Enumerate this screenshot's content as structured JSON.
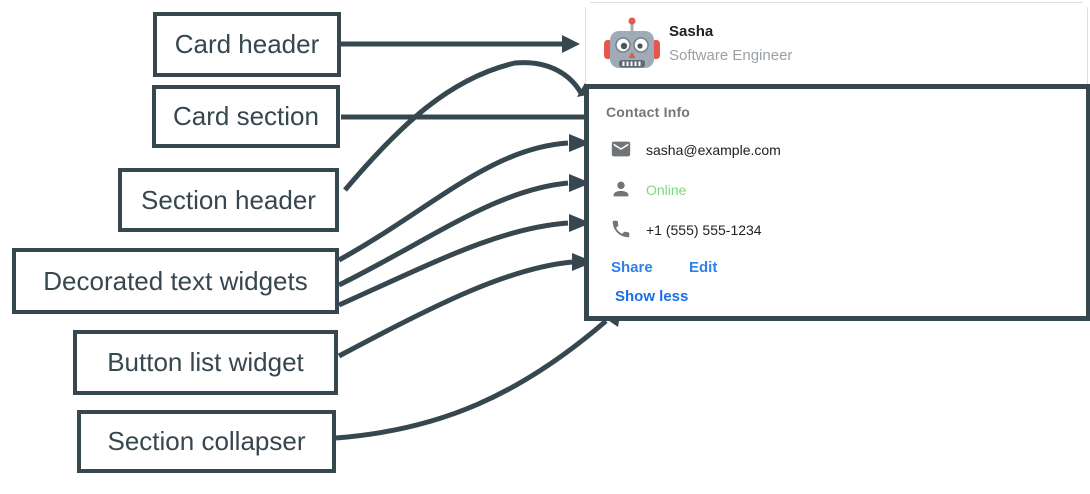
{
  "colors": {
    "annotation_dark": "#37474F",
    "link_blue": "#2F80ED",
    "show_less_blue": "#1A6FE8",
    "online_green": "#7CD87C",
    "muted_gray": "#757575",
    "text_dark": "#202124",
    "card_border_gray": "#DBDDE1",
    "avatar_red": "#E4574C",
    "avatar_gray": "#9FABB5"
  },
  "annotations": {
    "labels": [
      {
        "id": "card-header",
        "text": "Card header"
      },
      {
        "id": "card-section",
        "text": "Card section"
      },
      {
        "id": "section-header",
        "text": "Section header"
      },
      {
        "id": "decorated-text-widgets",
        "text": "Decorated text widgets"
      },
      {
        "id": "button-list-widget",
        "text": "Button list widget"
      },
      {
        "id": "section-collapser",
        "text": "Section collapser"
      }
    ]
  },
  "card": {
    "header": {
      "avatar_icon": "robot-avatar",
      "name": "Sasha",
      "subtitle": "Software Engineer"
    },
    "section": {
      "title": "Contact Info",
      "rows": [
        {
          "icon": "mail-icon",
          "text": "sasha@example.com"
        },
        {
          "icon": "person-icon",
          "text": "Online"
        },
        {
          "icon": "phone-icon",
          "text": "+1 (555) 555-1234"
        }
      ],
      "buttons": [
        {
          "label": "Share"
        },
        {
          "label": "Edit"
        }
      ],
      "collapser_label": "Show less"
    }
  }
}
